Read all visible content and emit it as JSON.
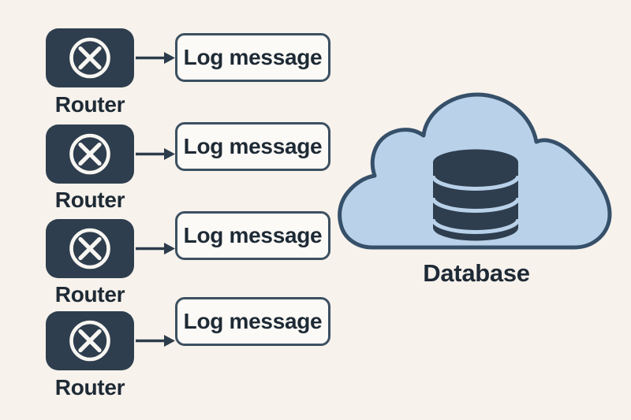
{
  "colors": {
    "background": "#f7f2ec",
    "node_dark": "#2e3e4e",
    "icon_on_dark": "#f8f6f2",
    "box_fill": "#fcfaf6",
    "box_border": "#3c5060",
    "arrow": "#2c3c4c",
    "cloud_fill": "#b9d2ea",
    "cloud_border": "#36506a",
    "label_text": "#1e2a35"
  },
  "rows": [
    {
      "router_label": "Router",
      "log_label": "Log message"
    },
    {
      "router_label": "Router",
      "log_label": "Log message"
    },
    {
      "router_label": "Router",
      "log_label": "Log message"
    },
    {
      "router_label": "Router",
      "log_label": "Log message"
    }
  ],
  "cloud": {
    "database_label": "Database"
  }
}
